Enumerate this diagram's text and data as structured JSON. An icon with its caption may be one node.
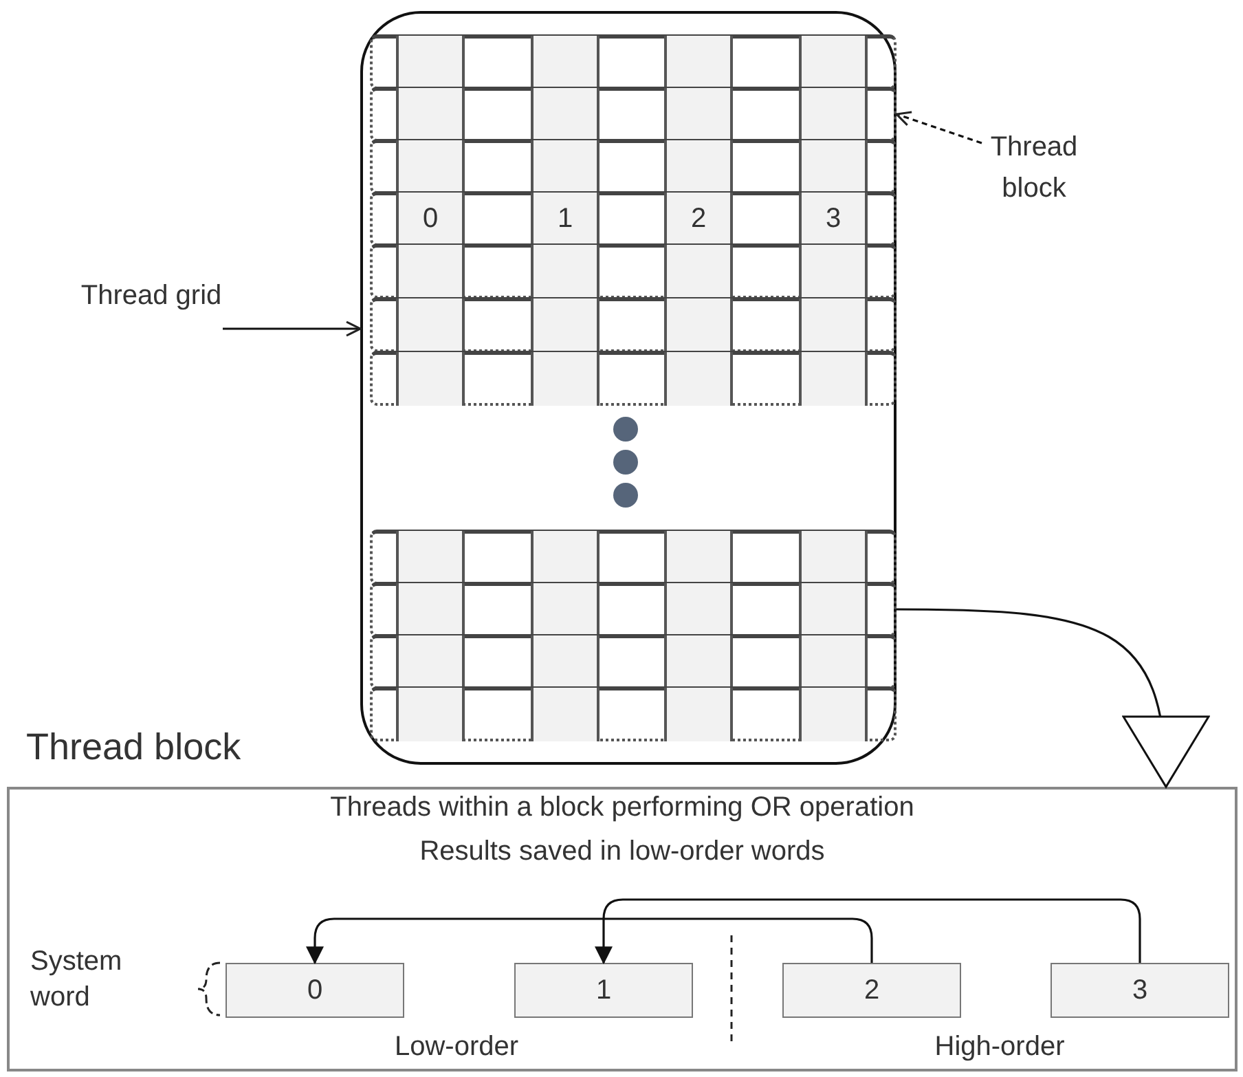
{
  "diagram": {
    "nodes": [
      {
        "text": [],
        "shape": "box"
      },
      {
        "text": [],
        "shape": "bar",
        "in": 0
      },
      {
        "text": [],
        "shape": "bar",
        "in": 0
      },
      {
        "text": [],
        "shape": "bar",
        "in": 0
      },
      {
        "text": [],
        "shape": "bar",
        "in": 0
      },
      {
        "text": [],
        "shape": "bar",
        "in": 0
      },
      {
        "text": [],
        "shape": "bar",
        "in": 0
      },
      {
        "text": [],
        "shape": "bar",
        "in": 0
      },
      {
        "text": [
          "0"
        ],
        "in": 4
      },
      {
        "text": [
          "1"
        ],
        "in": 4
      },
      {
        "text": [
          "2"
        ],
        "in": 4
      },
      {
        "text": [
          "3"
        ],
        "in": 4
      },
      {
        "text": [],
        "shape": "bar",
        "in": 0
      },
      {
        "text": [],
        "shape": "bar",
        "in": 0
      },
      {
        "text": [],
        "shape": "bar",
        "in": 0
      },
      {
        "text": [],
        "shape": "bar",
        "in": 0
      },
      {
        "text": [
          "Thread block"
        ]
      },
      {
        "text": [
          "Thread grid"
        ]
      },
      {
        "text": [
          "Thread block",
          "Threads within a block performing OR operation",
          "Results saved in low-order words"
        ]
      },
      {
        "text": [
          "0"
        ],
        "in": 18
      },
      {
        "text": [
          "1"
        ],
        "in": 18
      },
      {
        "text": [
          "2"
        ],
        "in": 18
      },
      {
        "text": [
          "3"
        ],
        "in": 18
      }
    ],
    "edges": [
      {
        "from": 17,
        "to": 0,
        "arrow": "to"
      },
      {
        "from": 16,
        "to": 2,
        "arrow": "to",
        "style": "dashed"
      },
      {
        "from": 13,
        "to": 18,
        "arrow": "to"
      },
      {
        "from": 21,
        "to": 19,
        "arrow": "to"
      },
      {
        "from": 22,
        "to": 20,
        "arrow": "to"
      }
    ],
    "labels": [
      "System word",
      "Low-order",
      "High-order"
    ]
  }
}
